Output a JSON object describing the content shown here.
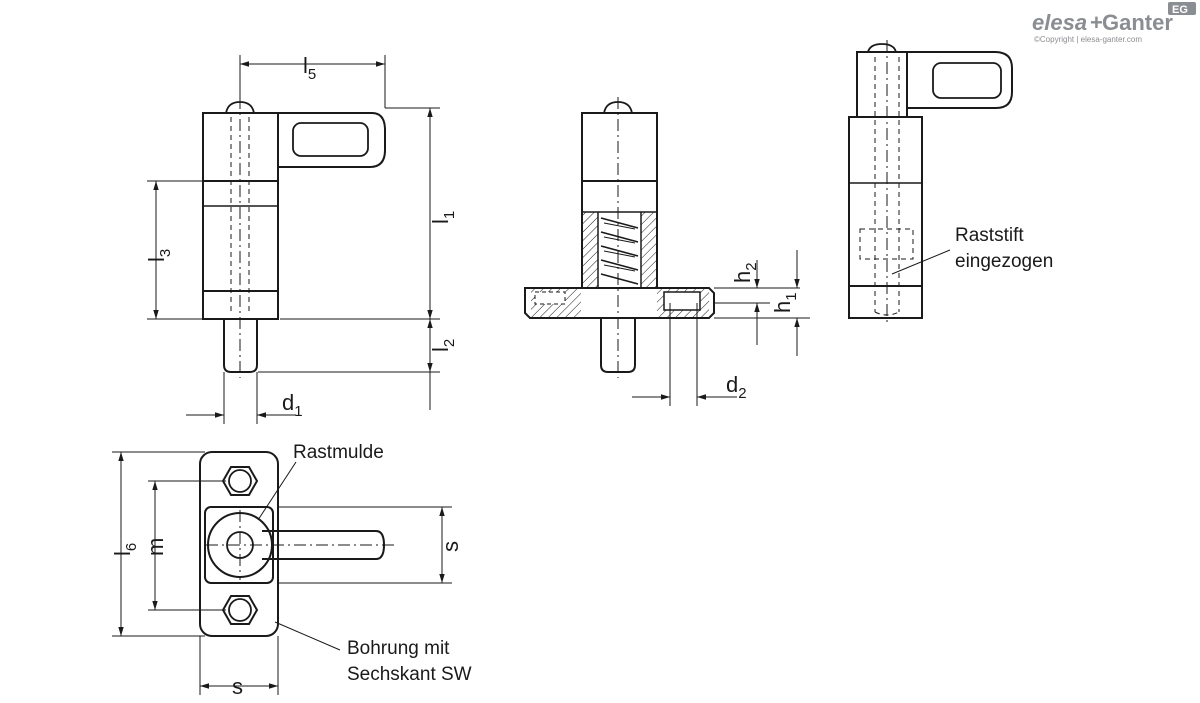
{
  "logo": {
    "brand_left": "elesa",
    "brand_plus": "+",
    "brand_right": "Ganter",
    "badge": "EG",
    "copyright": "©Copyright | elesa-ganter.com"
  },
  "dimensions": {
    "l5": {
      "main": "l",
      "sub": "5"
    },
    "l1": {
      "main": "l",
      "sub": "1"
    },
    "l3": {
      "main": "l",
      "sub": "3"
    },
    "l2": {
      "main": "l",
      "sub": "2"
    },
    "d1": {
      "main": "d",
      "sub": "1"
    },
    "d2": {
      "main": "d",
      "sub": "2"
    },
    "h1": {
      "main": "h",
      "sub": "1"
    },
    "h2": {
      "main": "h",
      "sub": "2"
    },
    "l6": {
      "main": "l",
      "sub": "6"
    },
    "m": "m",
    "s_right": "s",
    "s_bottom": "s"
  },
  "annotations": {
    "raststift_line1": "Raststift",
    "raststift_line2": "eingezogen",
    "rastmulde": "Rastmulde",
    "bohrung_line1": "Bohrung mit",
    "bohrung_line2": "Sechskant SW"
  },
  "colors": {
    "line": "#1a1a1a",
    "body_fill": "#ffffff",
    "hatch": "#1a1a1a",
    "logo_red": "#c8102e",
    "logo_grey": "#8a8d91"
  }
}
